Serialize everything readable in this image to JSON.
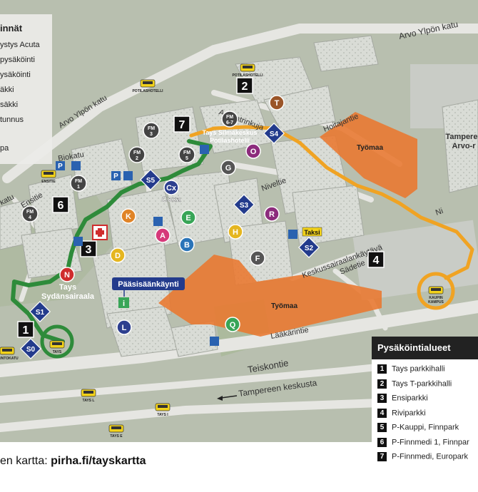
{
  "legend_left": {
    "heading": "innät",
    "items": [
      "ystys Acuta",
      "pysäköinti",
      "ysäköinti",
      "äkki",
      "säkki",
      "tunnus",
      "pa"
    ]
  },
  "streets": {
    "arvo_ylpon_top": "Arvo Ylpön katu",
    "arvo_ylpon_left": "Arvo Ylpön katu",
    "biokatu": "Biokatu",
    "ensitie": "Ensitie",
    "katu_left": "katu",
    "arkkiatrinkuja": "Arkkiatrinkuja",
    "hoitajantie": "Hoitajantie",
    "niveltie": "Niveltie",
    "keskussairaalankaytava": "Keskussairaalankäytävä",
    "sadetie": "Sädetie",
    "laakarintie": "Lääkärintie",
    "teiskontie": "Teiskontie",
    "tampereen_keskusta": "Tampereen keskusta",
    "right_edge": "Ni"
  },
  "buildings": [
    {
      "code": "T",
      "color": "#9a5528"
    },
    {
      "code": "O",
      "color": "#8c2b7c"
    },
    {
      "code": "G",
      "color": "#555555"
    },
    {
      "code": "Cx",
      "color": "#2d3f8f"
    },
    {
      "code": "K",
      "color": "#e08427"
    },
    {
      "code": "E",
      "color": "#38a557"
    },
    {
      "code": "A",
      "color": "#d6397a"
    },
    {
      "code": "B",
      "color": "#2a74b8"
    },
    {
      "code": "D",
      "color": "#e5b620"
    },
    {
      "code": "H",
      "color": "#e5b620"
    },
    {
      "code": "R",
      "color": "#8c2b7c"
    },
    {
      "code": "F",
      "color": "#555555"
    },
    {
      "code": "N",
      "color": "#cf2d2d"
    },
    {
      "code": "L",
      "color": "#2d3f8f"
    },
    {
      "code": "Q",
      "color": "#38a557"
    }
  ],
  "fm_markers": [
    {
      "line1": "FM",
      "line2": "3"
    },
    {
      "line1": "FM",
      "line2": "2"
    },
    {
      "line1": "FM",
      "line2": "6-7"
    },
    {
      "line1": "FM",
      "line2": "5"
    },
    {
      "line1": "FM",
      "line2": "1"
    },
    {
      "line1": "FM",
      "line2": "4"
    }
  ],
  "stops": [
    "S1",
    "S0",
    "S2",
    "S3",
    "S4",
    "S5"
  ],
  "parking_numbers": [
    "1",
    "2",
    "3",
    "4",
    "6",
    "7"
  ],
  "p_signs": [
    "P",
    "P"
  ],
  "labels": {
    "coxa": "Coxa",
    "tays_sydansairaala_1": "Tays",
    "tays_sydansairaala_2": "Sydänsairaala",
    "tays_silmakeskus_1": "Tays Silmäkeskus",
    "tays_silmakeskus_2": "Potilashotelli",
    "paasisaankaynti": "Pääsisäänkäynti",
    "info": "i",
    "taksi": "Taksi",
    "tampere_right_1": "Tamperee",
    "tampere_right_2": "Arvo-r",
    "tyomaa_1": "Työmaa",
    "tyomaa_2": "Työmaa"
  },
  "bus_stops": [
    {
      "line1": "POTILASHOTELLI",
      "line2": ""
    },
    {
      "line1": "POTILASHOTELLI",
      "line2": ""
    },
    {
      "line1": "ENSITIE",
      "line2": ""
    },
    {
      "line1": "TAYS",
      "line2": ""
    },
    {
      "line1": "KUNTOKATU",
      "line2": ""
    },
    {
      "line1": "KAUPIN",
      "line2": "KAMPUS"
    },
    {
      "line1": "TAYS L",
      "line2": ""
    },
    {
      "line1": "TAYS I",
      "line2": ""
    },
    {
      "line1": "TAYS E",
      "line2": ""
    }
  ],
  "parking_legend": {
    "title": "Pysäköintialueet",
    "items": [
      {
        "num": "1",
        "label": "Tays parkkihalli"
      },
      {
        "num": "2",
        "label": "Tays T-parkkihalli"
      },
      {
        "num": "3",
        "label": "Ensiparkki"
      },
      {
        "num": "4",
        "label": "Riviparkki"
      },
      {
        "num": "5",
        "label": "P-Kauppi, Finnpark"
      },
      {
        "num": "6",
        "label": "P-Finnmedi 1, Finnpar"
      },
      {
        "num": "7",
        "label": "P-Finnmedi, Europark"
      }
    ]
  },
  "footer": {
    "prefix": "en kartta: ",
    "link": "pirha.fi/tayskartta"
  },
  "colors": {
    "route_green": "#2e8b3a",
    "route_orange": "#f0a323",
    "construction": "#e9782f",
    "stop_blue": "#233b8c",
    "ground": "#b9c0b0"
  }
}
